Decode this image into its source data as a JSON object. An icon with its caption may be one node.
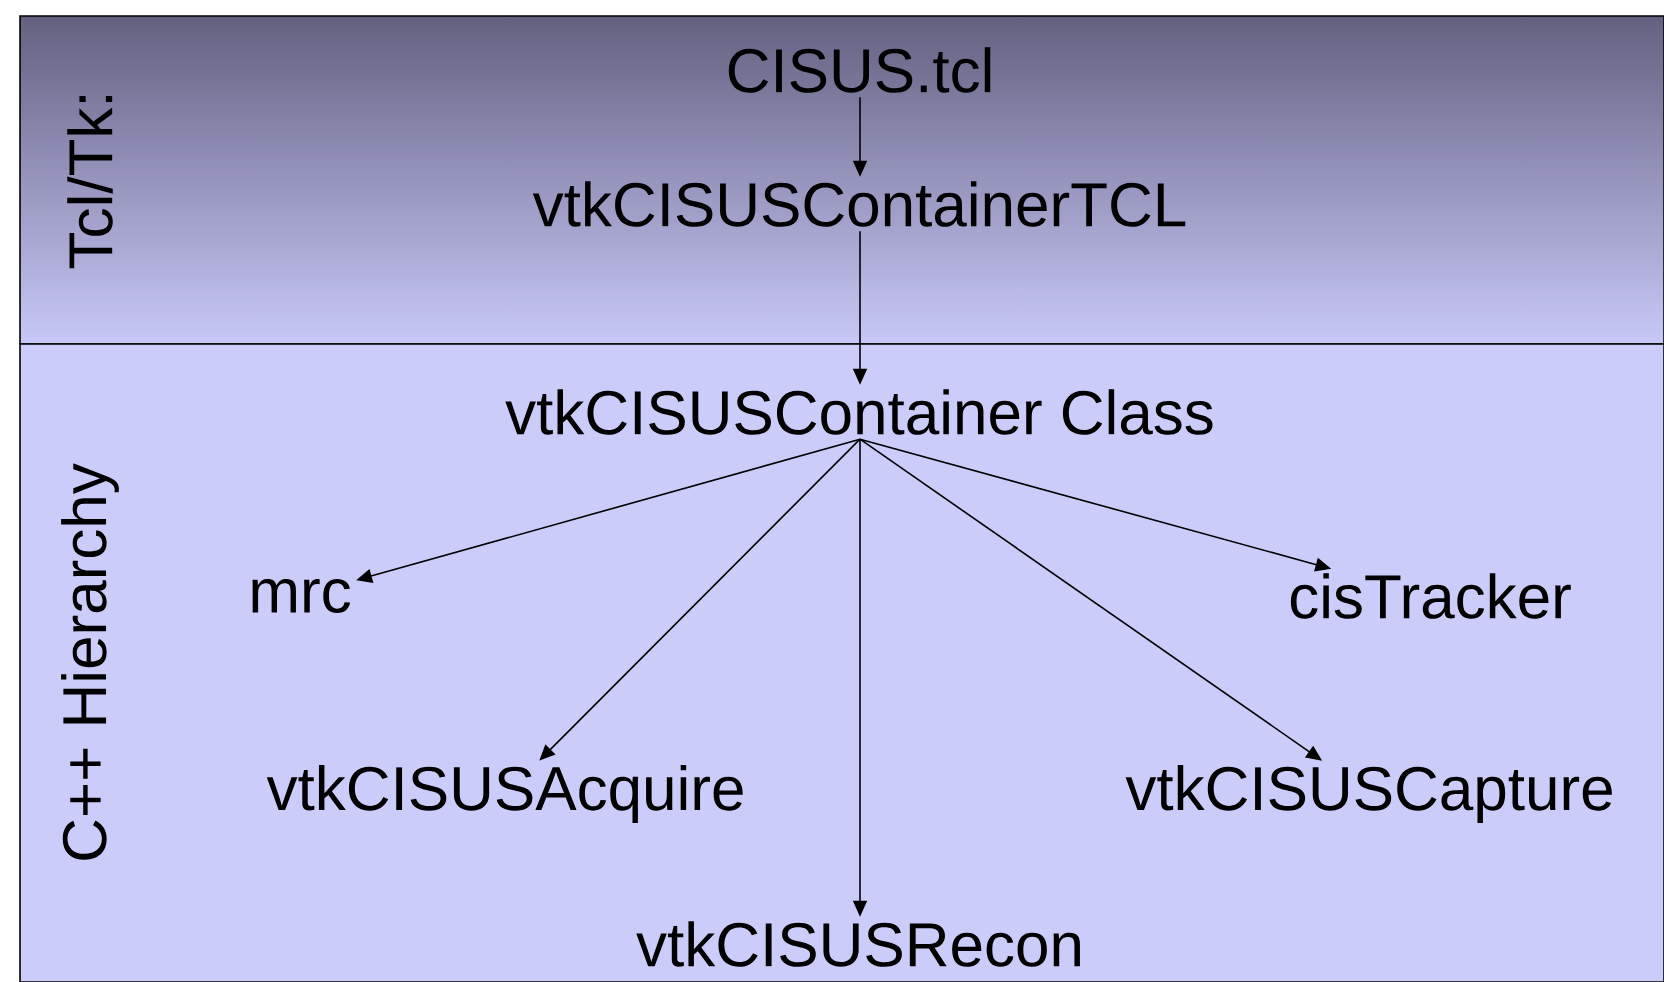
{
  "diagram": {
    "nodes": [
      {
        "text": [
          "Tcl/Tk:"
        ]
      },
      {
        "text": [
          "C++ Hierarchy"
        ]
      },
      {
        "text": [
          "CISUS.tcl"
        ],
        "in": 0
      },
      {
        "text": [
          "vtkCISUSContainerTCL"
        ],
        "in": 0
      },
      {
        "text": [
          "vtkCISUSContainer Class"
        ],
        "in": 1
      },
      {
        "text": [
          "mrc"
        ],
        "in": 1
      },
      {
        "text": [
          "cisTracker"
        ],
        "in": 1
      },
      {
        "text": [
          "vtkCISUSAcquire"
        ],
        "in": 1
      },
      {
        "text": [
          "vtkCISUSCapture"
        ],
        "in": 1
      },
      {
        "text": [
          "vtkCISUSRecon"
        ],
        "in": 1
      }
    ],
    "edges": [
      {
        "from": 2,
        "to": 3,
        "arrow": "to"
      },
      {
        "from": 3,
        "to": 4,
        "arrow": "to"
      },
      {
        "from": 4,
        "to": 5,
        "arrow": "to"
      },
      {
        "from": 4,
        "to": 6,
        "arrow": "to"
      },
      {
        "from": 4,
        "to": 7,
        "arrow": "to"
      },
      {
        "from": 4,
        "to": 8,
        "arrow": "to"
      },
      {
        "from": 4,
        "to": 9,
        "arrow": "to"
      }
    ]
  }
}
